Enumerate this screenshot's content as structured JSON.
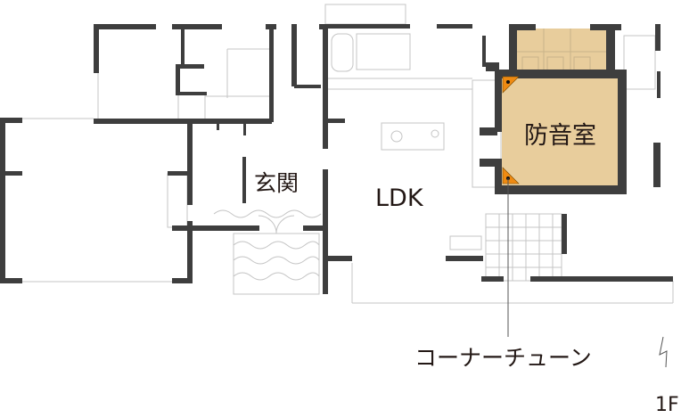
{
  "labels": {
    "soundproof_room": "防音室",
    "entrance": "玄関",
    "ldk": "LDK",
    "corner_tune": "コーナーチューン",
    "floor": "1F"
  },
  "colors": {
    "wall": "#3e3e3e",
    "soundproof_fill": "#e8cd9c",
    "corner_tune_marker": "#ee8a12",
    "fixture_line": "#c4c4c4"
  }
}
